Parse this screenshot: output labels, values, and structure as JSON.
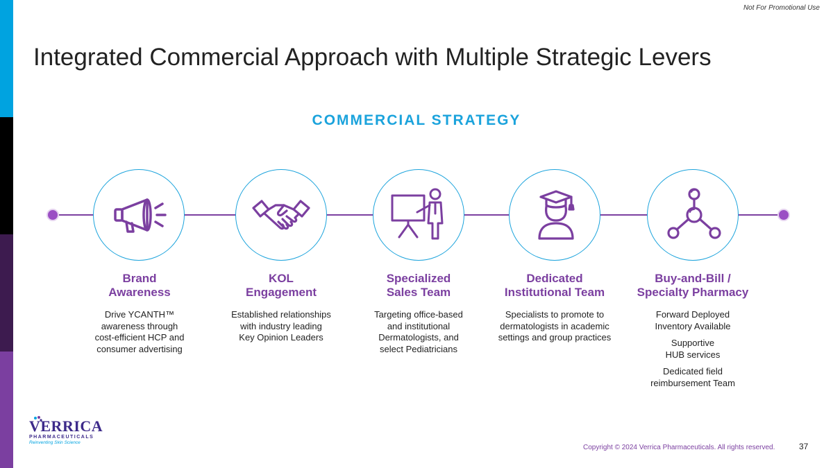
{
  "header": {
    "disclaimer": "Not For Promotional Use",
    "title": "Integrated Commercial Approach with Multiple Strategic Levers"
  },
  "section_title": "COMMERCIAL STRATEGY",
  "levers": [
    {
      "icon": "megaphone-icon",
      "title_lines": [
        "Brand",
        "Awareness"
      ],
      "description": [
        [
          "Drive YCANTH™",
          "awareness through",
          "cost-efficient HCP and",
          "consumer advertising"
        ]
      ]
    },
    {
      "icon": "handshake-icon",
      "title_lines": [
        "KOL",
        "Engagement"
      ],
      "description": [
        [
          "Established relationships",
          "with industry leading",
          "Key Opinion Leaders"
        ]
      ]
    },
    {
      "icon": "presenter-icon",
      "title_lines": [
        "Specialized",
        "Sales Team"
      ],
      "description": [
        [
          "Targeting office-based",
          "and institutional",
          "Dermatologists, and",
          "select Pediatricians"
        ]
      ]
    },
    {
      "icon": "graduate-icon",
      "title_lines": [
        "Dedicated",
        "Institutional Team"
      ],
      "description": [
        [
          "Specialists to promote to",
          "dermatologists in academic",
          "settings and group practices"
        ]
      ]
    },
    {
      "icon": "network-icon",
      "title_lines": [
        "Buy-and-Bill /",
        "Specialty Pharmacy"
      ],
      "description": [
        [
          "Forward Deployed",
          "Inventory Available"
        ],
        [
          "Supportive",
          "HUB services"
        ],
        [
          "Dedicated field",
          "reimbursement Team"
        ]
      ]
    }
  ],
  "footer": {
    "logo_text": "VERRICA",
    "logo_subtext": "PHARMACEUTICALS",
    "logo_tagline": "Reinventing Skin Science",
    "copyright": "Copyright © 2024 Verrica Pharmaceuticals. All rights reserved.",
    "page_number": "37"
  },
  "colors": {
    "accent_blue": "#1ba3dc",
    "accent_purple": "#7b3fa0",
    "left_bar": [
      "#00a3e0",
      "#000000",
      "#3d1b4f",
      "#7b3fa0"
    ]
  }
}
